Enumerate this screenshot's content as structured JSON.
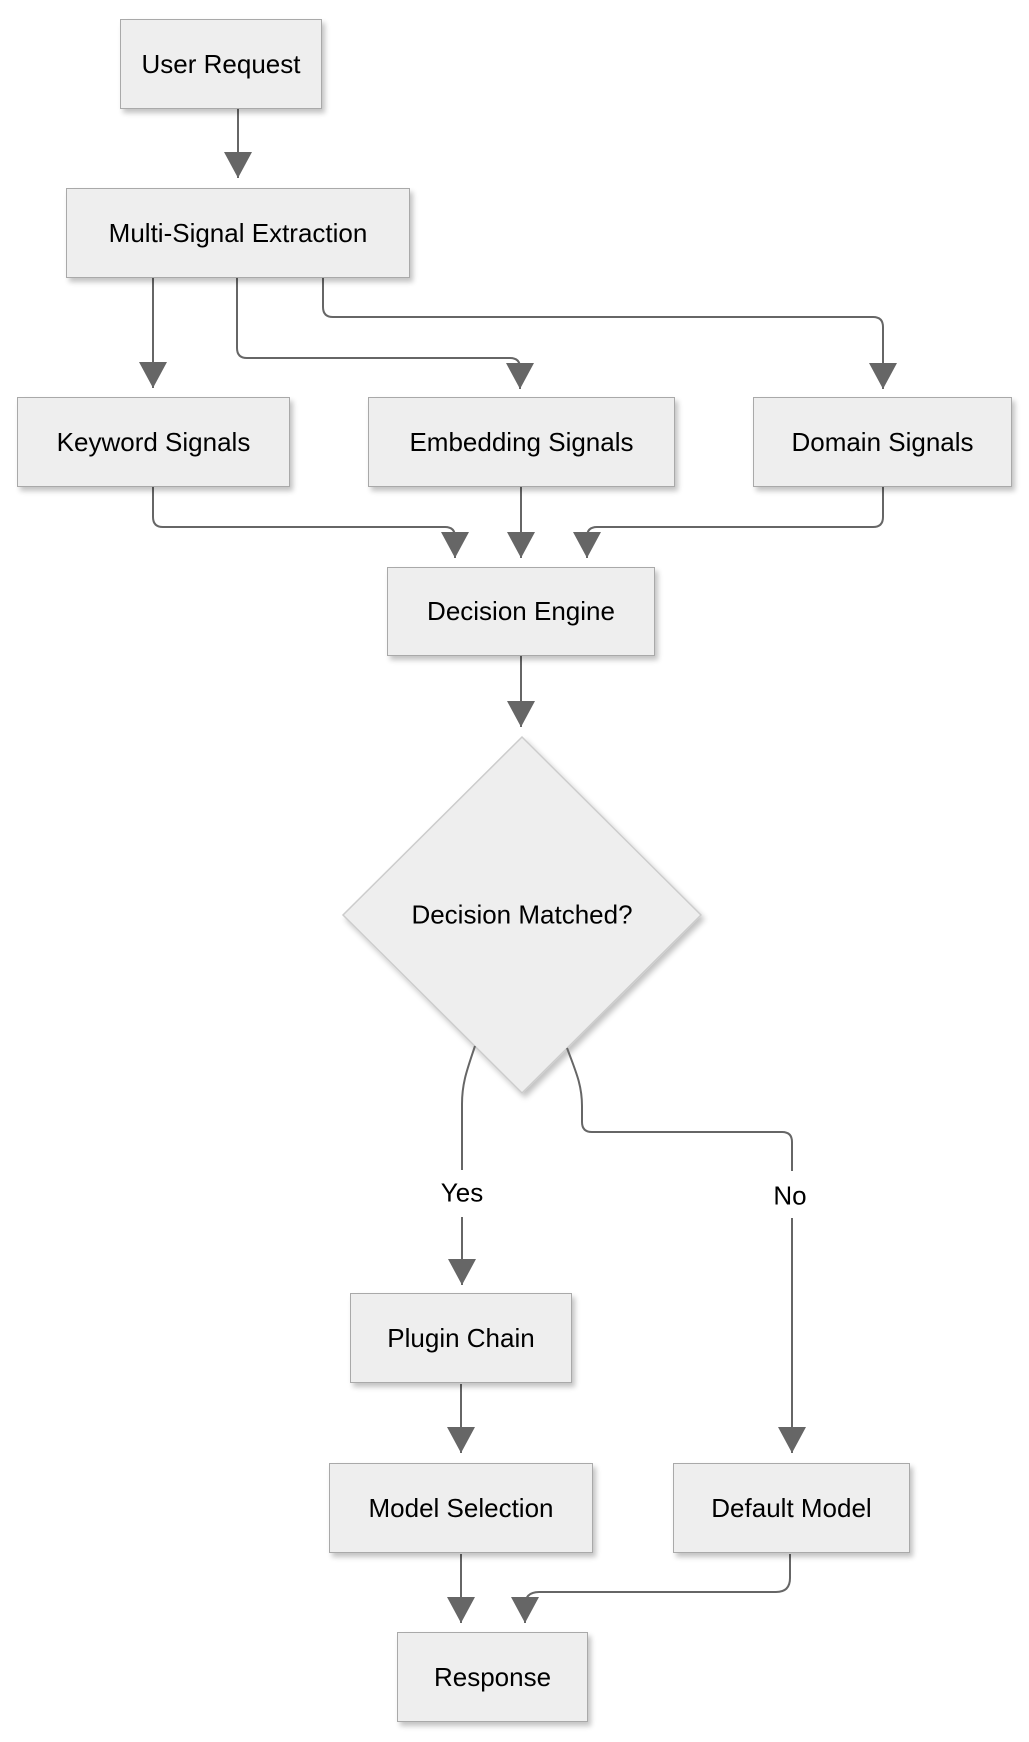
{
  "diagram": {
    "type": "flowchart",
    "direction": "top-to-bottom",
    "colors": {
      "background": "#ffffff",
      "node_fill": "#eeeeee",
      "node_border": "#aaaaaa",
      "diamond_border": "#cccccc",
      "edge": "#666666",
      "arrowhead": "#666666",
      "text": "#000000"
    },
    "nodes": {
      "user_request": {
        "label": "User Request",
        "shape": "rect"
      },
      "multi_signal_extraction": {
        "label": "Multi-Signal Extraction",
        "shape": "rect"
      },
      "keyword_signals": {
        "label": "Keyword Signals",
        "shape": "rect"
      },
      "embedding_signals": {
        "label": "Embedding Signals",
        "shape": "rect"
      },
      "domain_signals": {
        "label": "Domain Signals",
        "shape": "rect"
      },
      "decision_engine": {
        "label": "Decision Engine",
        "shape": "rect"
      },
      "decision_matched": {
        "label": "Decision Matched?",
        "shape": "diamond"
      },
      "plugin_chain": {
        "label": "Plugin Chain",
        "shape": "rect"
      },
      "model_selection": {
        "label": "Model Selection",
        "shape": "rect"
      },
      "default_model": {
        "label": "Default Model",
        "shape": "rect"
      },
      "response": {
        "label": "Response",
        "shape": "rect"
      }
    },
    "edges": [
      {
        "from": "user_request",
        "to": "multi_signal_extraction",
        "label": ""
      },
      {
        "from": "multi_signal_extraction",
        "to": "keyword_signals",
        "label": ""
      },
      {
        "from": "multi_signal_extraction",
        "to": "embedding_signals",
        "label": ""
      },
      {
        "from": "multi_signal_extraction",
        "to": "domain_signals",
        "label": ""
      },
      {
        "from": "keyword_signals",
        "to": "decision_engine",
        "label": ""
      },
      {
        "from": "embedding_signals",
        "to": "decision_engine",
        "label": ""
      },
      {
        "from": "domain_signals",
        "to": "decision_engine",
        "label": ""
      },
      {
        "from": "decision_engine",
        "to": "decision_matched",
        "label": ""
      },
      {
        "from": "decision_matched",
        "to": "plugin_chain",
        "label": "Yes"
      },
      {
        "from": "decision_matched",
        "to": "default_model",
        "label": "No"
      },
      {
        "from": "plugin_chain",
        "to": "model_selection",
        "label": ""
      },
      {
        "from": "model_selection",
        "to": "response",
        "label": ""
      },
      {
        "from": "default_model",
        "to": "response",
        "label": ""
      }
    ]
  }
}
